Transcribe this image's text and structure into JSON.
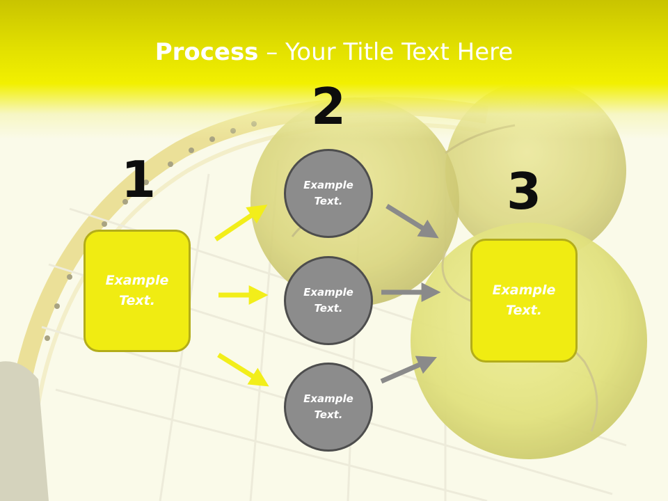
{
  "slide": {
    "title_bold": "Process",
    "title_rest": " – Your Title Text Here",
    "steps": [
      {
        "number": "1",
        "text": "Example Text."
      },
      {
        "number": "2",
        "text": ""
      },
      {
        "number": "3",
        "text": "Example Text."
      }
    ],
    "middle_items": [
      {
        "text": "Example Text."
      },
      {
        "text": "Example Text."
      },
      {
        "text": "Example Text."
      }
    ]
  },
  "colors": {
    "accent_yellow": "#f0ec12",
    "box_border": "#b3ad1a",
    "circle_fill": "#8c8c8c",
    "circle_border": "#4d4d4d",
    "arrow_yellow": "#f2ee1a",
    "arrow_gray": "#8a8a8a"
  }
}
